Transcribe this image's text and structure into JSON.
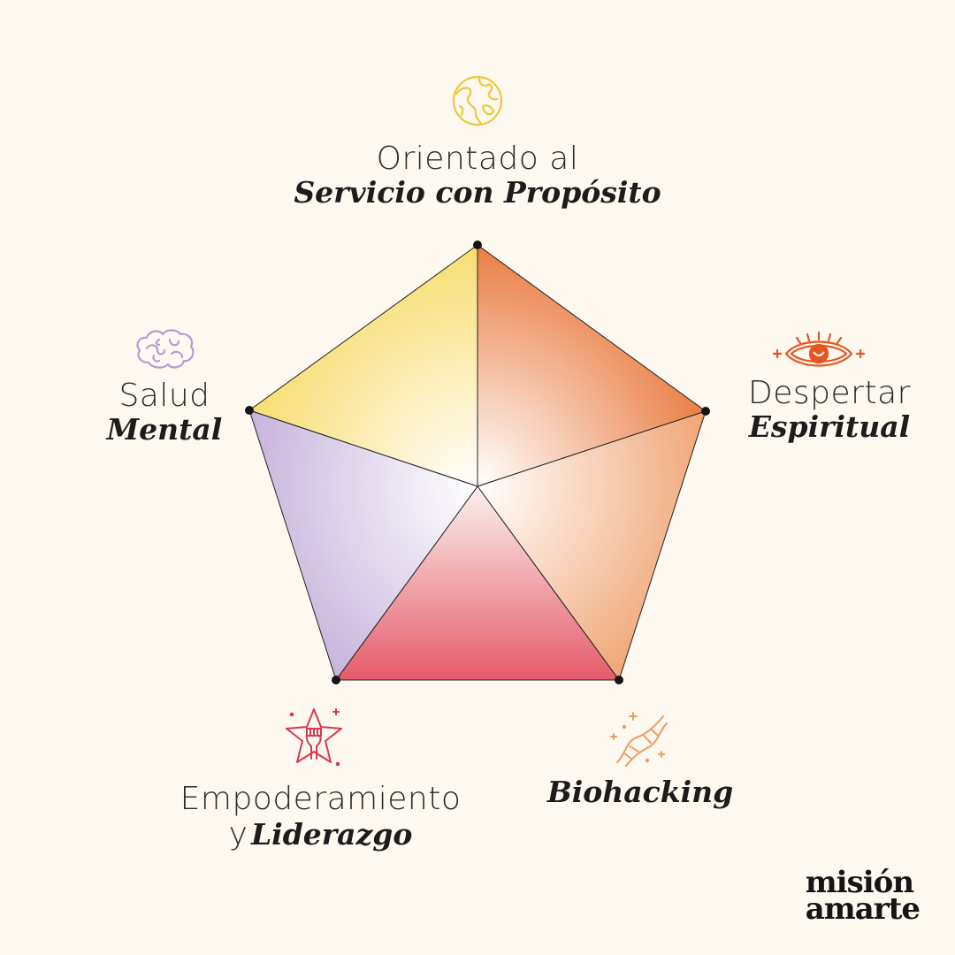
{
  "segments": {
    "top": {
      "line1": "Orientado al",
      "line2": "Servicio con Propósito",
      "color": "#efc83a"
    },
    "right": {
      "line1": "Despertar",
      "line2": "Espiritual",
      "color": "#e4551f"
    },
    "bottom_right": {
      "line2": "Biohacking",
      "color": "#ef9b66"
    },
    "bottom_left": {
      "line1": "Empoderamiento",
      "line2_prefix": "y",
      "line2": "Liderazgo",
      "color": "#d9384f"
    },
    "left": {
      "line1": "Salud",
      "line2": "Mental",
      "color": "#b59ccf"
    }
  },
  "icons": {
    "top": "globe-icon",
    "right": "eye-icon",
    "bottom_right": "dna-icon",
    "bottom_left": "raised-fist-icon",
    "left": "brain-icon"
  },
  "logo": {
    "line1": "misión",
    "line2": "amarte"
  }
}
